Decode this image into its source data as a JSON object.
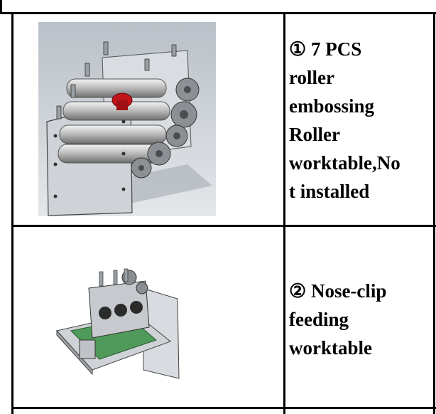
{
  "rows": [
    {
      "image_alt": "7 pcs roller embossing roller worktable render",
      "lines": [
        "① 7 PCS",
        "roller",
        "embossing",
        "Roller",
        "worktable,No",
        "t installed"
      ]
    },
    {
      "image_alt": "nose-clip feeding worktable render",
      "lines": [
        "② Nose-clip",
        "feeding",
        "worktable"
      ]
    }
  ]
}
